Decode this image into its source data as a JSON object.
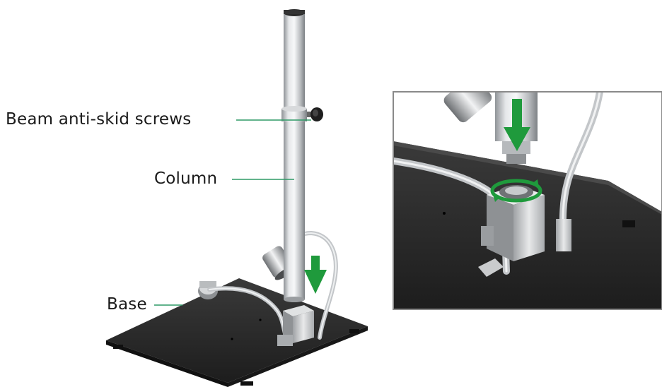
{
  "labels": {
    "beam_screws": "Beam anti-skid screws",
    "column": "Column",
    "base": "Base"
  },
  "colors": {
    "leader_line": "#2e9a66",
    "arrow": "#1f9a3c",
    "base_plate": "#2a2a2a",
    "metal": "#c9cbcd",
    "inset_border": "#8a8a8a"
  },
  "icons": {
    "main_arrow": "down-arrow-icon",
    "inset_arrow": "down-arrow-icon",
    "rotation": "rotate-icon"
  }
}
